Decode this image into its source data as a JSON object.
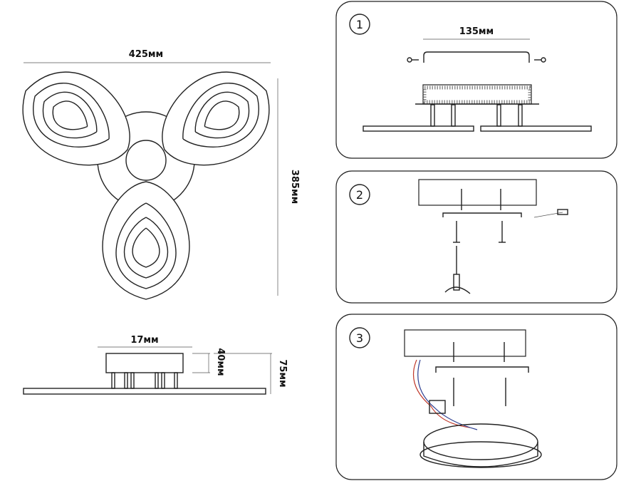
{
  "front_view": {
    "width_label": "425мм",
    "height_label": "385мм"
  },
  "side_view": {
    "base_width_label": "17мм",
    "base_height_label": "40мм",
    "total_height_label": "75мм"
  },
  "steps": [
    {
      "number": "1",
      "dimension_label": "135мм"
    },
    {
      "number": "2"
    },
    {
      "number": "3"
    }
  ],
  "colors": {
    "line": "#222222",
    "wire_red": "#c0392b",
    "wire_blue": "#2c3e91"
  }
}
